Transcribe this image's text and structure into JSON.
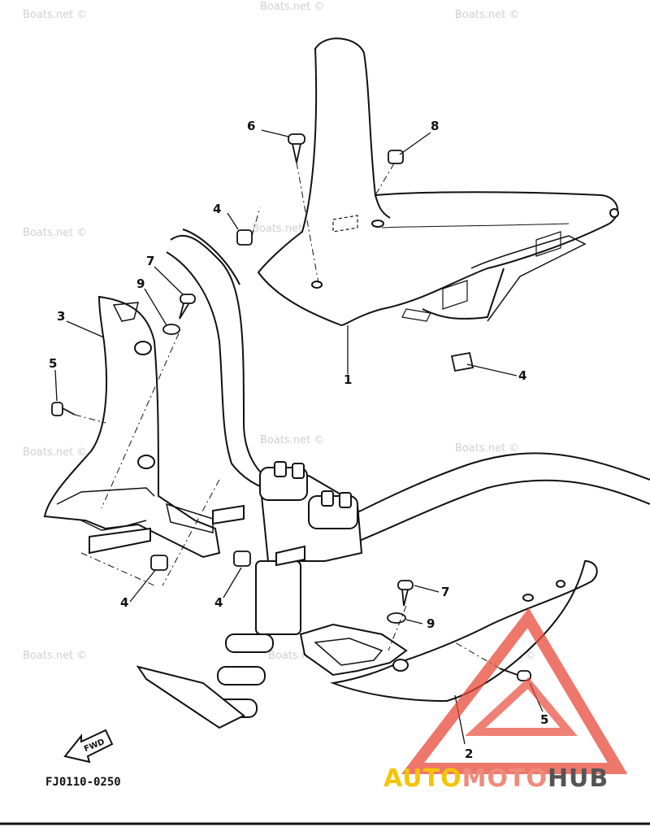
{
  "watermark_text": "Boats.net ©",
  "diagram_code": "FJ0110-0250",
  "fwd_label": "FWD",
  "logo": {
    "part1": "AUTO",
    "part2": "MOTO",
    "part3": "HUB",
    "color1": "#f5c400",
    "color2": "#f08a7a",
    "color3": "#555555"
  },
  "callouts": {
    "c1": "1",
    "c2": "2",
    "c3": "3",
    "c4a": "4",
    "c4b": "4",
    "c4c": "4",
    "c4d": "4",
    "c5a": "5",
    "c5b": "5",
    "c6": "6",
    "c7a": "7",
    "c7b": "7",
    "c8": "8",
    "c9a": "9",
    "c9b": "9"
  },
  "colors": {
    "line": "#111111",
    "triangle": "#e84a3a",
    "watermark": "#cfcfcf"
  }
}
